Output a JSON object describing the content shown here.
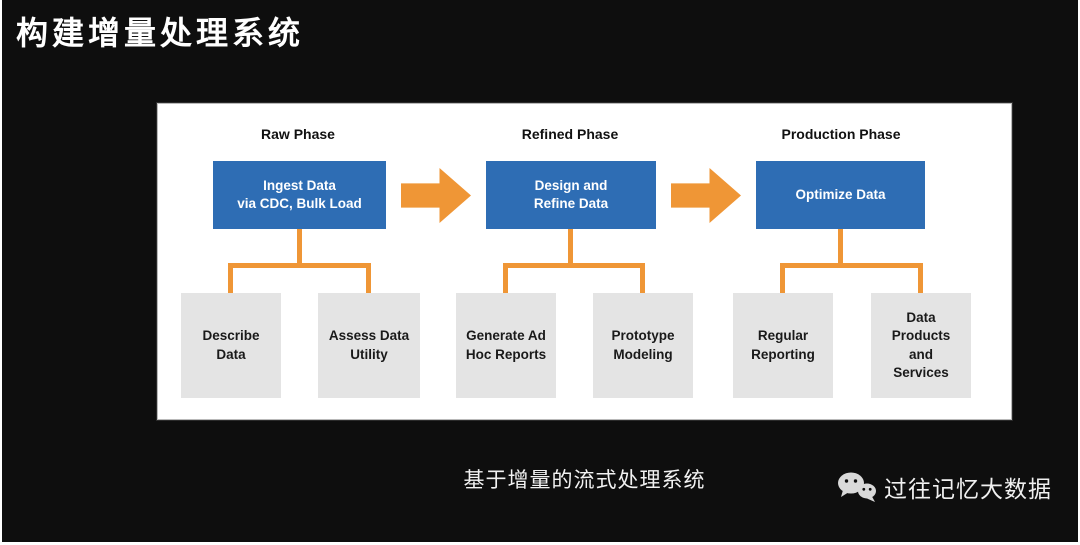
{
  "slide": {
    "title": "构建增量处理系统",
    "caption": "基于增量的流式处理系统",
    "brand": {
      "name": "过往记忆大数据",
      "icon": "wechat-icon"
    }
  },
  "diagram": {
    "phases": [
      {
        "label": "Raw Phase",
        "main_box": "Ingest Data\nvia CDC, Bulk Load",
        "children": [
          "Describe\nData",
          "Assess Data\nUtility"
        ]
      },
      {
        "label": "Refined Phase",
        "main_box": "Design and\nRefine Data",
        "children": [
          "Generate Ad\nHoc Reports",
          "Prototype\nModeling"
        ]
      },
      {
        "label": "Production Phase",
        "main_box": "Optimize Data",
        "children": [
          "Regular\nReporting",
          "Data\nProducts\nand\nServices"
        ]
      }
    ],
    "colors": {
      "main_box_blue": "#2e6db4",
      "arrow_orange": "#ef9636",
      "child_box_gray": "#e4e4e4",
      "panel_background": "#ffffff",
      "slide_background": "#0e0e0e"
    }
  }
}
